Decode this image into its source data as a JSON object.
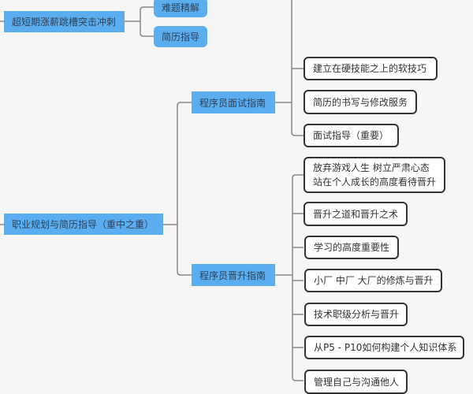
{
  "branch1": {
    "title": "超短期涨薪跳槽突击冲刺",
    "children": [
      "难题精解",
      "简历指导"
    ]
  },
  "branch2": {
    "title": "职业规划与简历指导（重中之重）",
    "interview": {
      "title": "程序员面试指南",
      "children": [
        "建立在硬技能之上的软技巧",
        "简历的书写与修改服务",
        "面试指导（重要）"
      ]
    },
    "promotion": {
      "title": "程序员晋升指南",
      "children": [
        "放弃游戏人生 树立严肃心态",
        "站在个人成长的高度看待晋升",
        "晋升之道和晋升之术",
        "学习的高度重要性",
        "小厂 中厂 大厂的修炼与晋升",
        "技术职级分析与晋升",
        "从P5 - P10如何构建个人知识体系",
        "管理自己与沟通他人"
      ]
    }
  },
  "colors": {
    "node": "#5aaef0",
    "line": "#888888"
  }
}
